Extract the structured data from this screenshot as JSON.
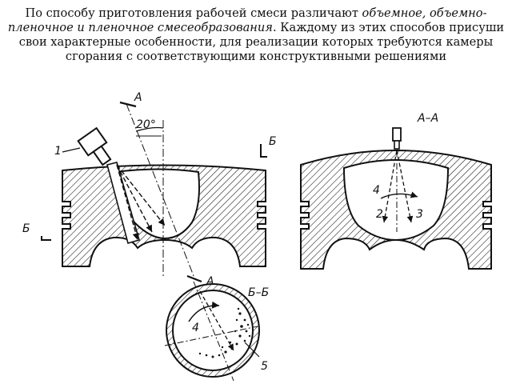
{
  "caption": {
    "part1": "По способу приготовления рабочей смеси различают ",
    "italic": "объемное, объемно-пленочное и пленочное смесеобразования",
    "part2": ". Каждому из этих способов присуши свои характерные особенности, для реализации которых требуются камеры сгорания с соответствующими конструктивными решениями"
  },
  "labels": {
    "section_a_top": "А",
    "section_a_bottom": "А",
    "angle": "20°",
    "section_b_right": "Б",
    "section_b_left": "Б",
    "injector_callout": "1",
    "view_a_title": "А–А",
    "view_b_title": "Б–Б",
    "swirl_4_right": "4",
    "jet_2": "2",
    "jet_3": "3",
    "swirl_4_bottom": "4",
    "callout_5": "5"
  }
}
